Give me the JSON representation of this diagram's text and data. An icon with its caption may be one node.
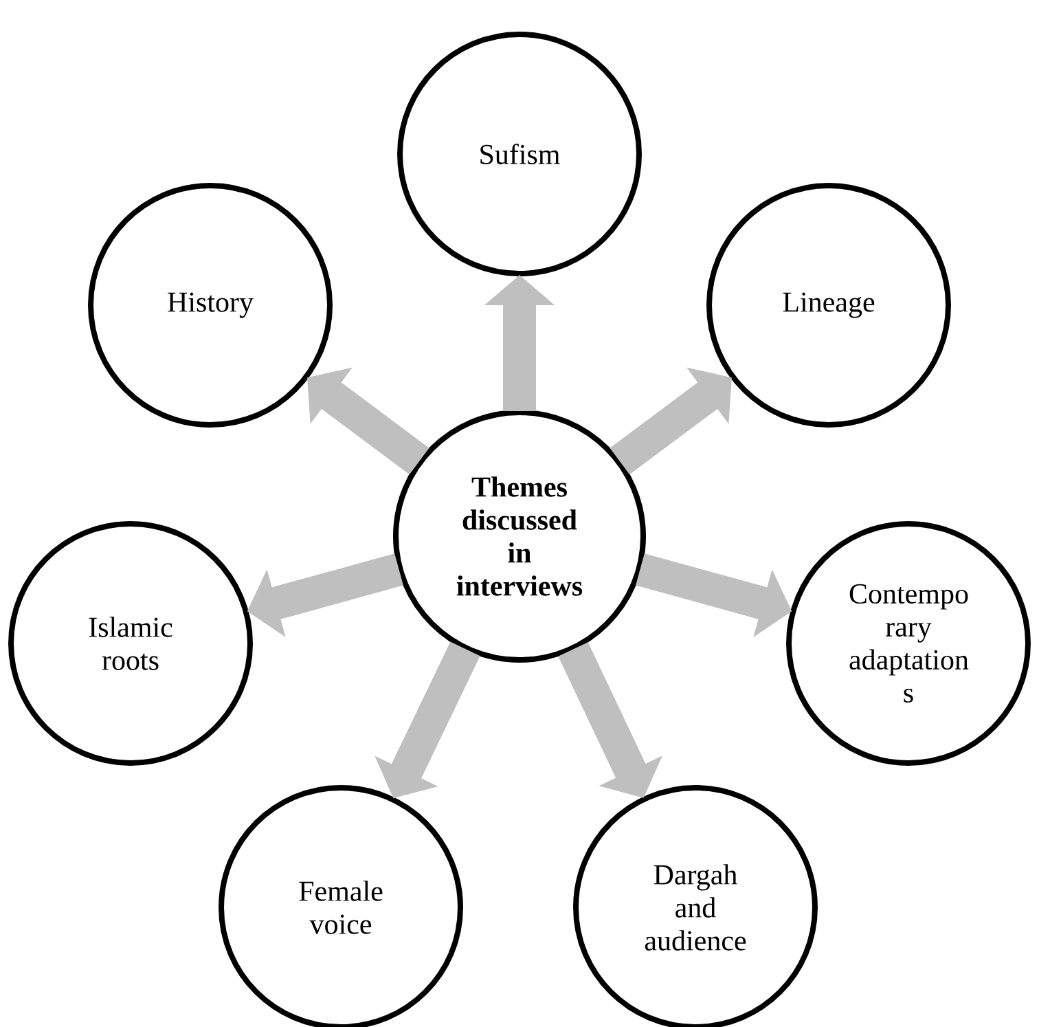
{
  "diagram": {
    "nodes": [
      {
        "text": [
          "Themes discussed in interviews"
        ]
      },
      {
        "text": [
          "Sufism"
        ]
      },
      {
        "text": [
          "Lineage"
        ]
      },
      {
        "text": [
          "Contempo rary adaptation s"
        ]
      },
      {
        "text": [
          "Dargah and audience"
        ]
      },
      {
        "text": [
          "Female voice"
        ]
      },
      {
        "text": [
          "Islamic roots"
        ]
      },
      {
        "text": [
          "History"
        ]
      }
    ],
    "edges": [
      {
        "from": 0,
        "to": 1,
        "arrow": "to"
      },
      {
        "from": 0,
        "to": 2,
        "arrow": "to"
      },
      {
        "from": 0,
        "to": 3,
        "arrow": "to"
      },
      {
        "from": 0,
        "to": 4,
        "arrow": "to"
      },
      {
        "from": 0,
        "to": 5,
        "arrow": "to"
      },
      {
        "from": 0,
        "to": 6,
        "arrow": "to"
      },
      {
        "from": 0,
        "to": 7,
        "arrow": "to"
      }
    ]
  }
}
